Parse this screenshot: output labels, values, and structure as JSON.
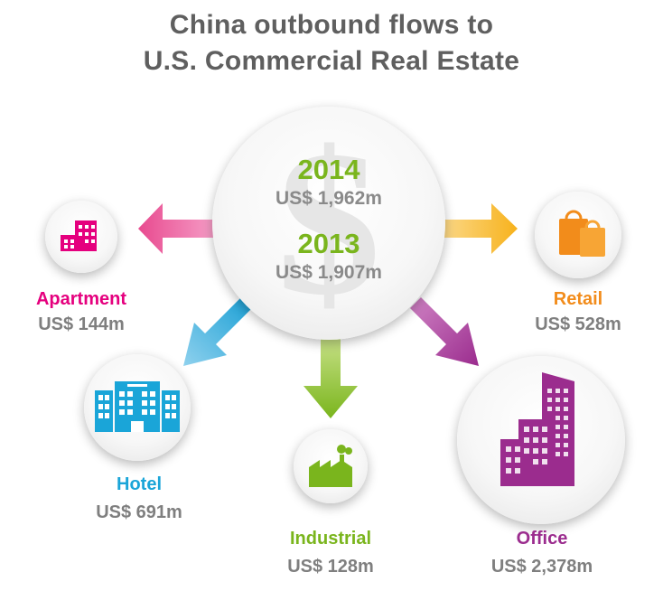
{
  "title": {
    "line1": "China outbound flows to",
    "line2": "U.S. Commercial Real Estate"
  },
  "center": {
    "symbol": "$",
    "entries": [
      {
        "year": "2014",
        "amount": "US$ 1,962m"
      },
      {
        "year": "2013",
        "amount": "US$ 1,907m"
      }
    ]
  },
  "sectors": {
    "apartment": {
      "label": "Apartment",
      "value": "US$ 144m",
      "color": "#e5007e",
      "icon": "apartment-building-icon"
    },
    "retail": {
      "label": "Retail",
      "value": "US$ 528m",
      "color": "#f28c1b",
      "icon": "shopping-bags-icon"
    },
    "hotel": {
      "label": "Hotel",
      "value": "US$ 691m",
      "color": "#1aa5d8",
      "icon": "hotel-building-icon"
    },
    "industrial": {
      "label": "Industrial",
      "value": "US$ 128m",
      "color": "#7ab51d",
      "icon": "factory-icon"
    },
    "office": {
      "label": "Office",
      "value": "US$ 2,378m",
      "color": "#9b2c8e",
      "icon": "office-towers-icon"
    }
  }
}
